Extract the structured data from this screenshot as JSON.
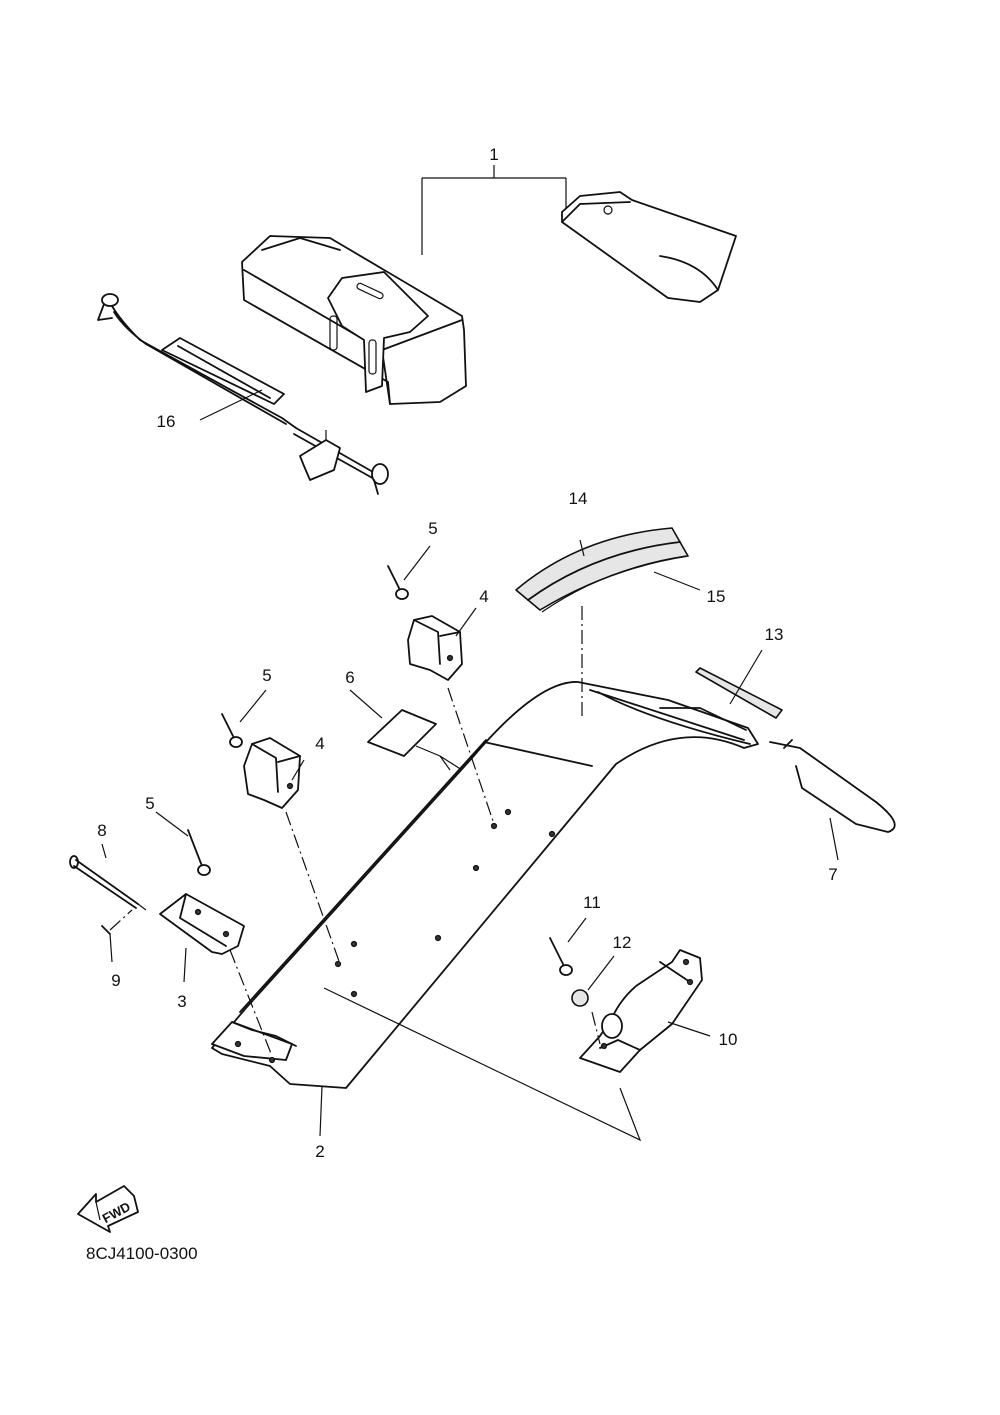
{
  "diagram": {
    "code": "8CJ4100-0300",
    "fwd_label": "FWD",
    "callouts": [
      "1",
      "2",
      "3",
      "4",
      "4",
      "5",
      "5",
      "5",
      "6",
      "7",
      "8",
      "9",
      "10",
      "11",
      "12",
      "13",
      "14",
      "15",
      "16"
    ]
  }
}
